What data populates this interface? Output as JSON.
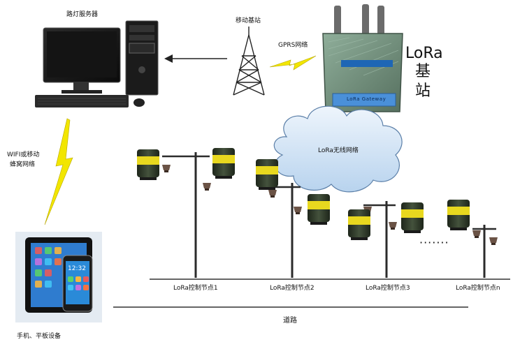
{
  "server": {
    "label": "路灯服务器"
  },
  "tower": {
    "label": "移动基站",
    "link_label": "GPRS网络"
  },
  "gateway": {
    "title_line1": "LoRa",
    "title_line2": "基",
    "title_line3": "站",
    "plate_text": "LoRa Gateway"
  },
  "cloud": {
    "label": "LoRa无线网络"
  },
  "mobile_link": {
    "label_line1": "WIFI或移动",
    "label_line2": "蜂窝网络"
  },
  "devices": {
    "label": "手机、平板设备",
    "clock": "12:32"
  },
  "nodes": [
    {
      "label": "LoRa控制节点1"
    },
    {
      "label": "LoRa控制节点2"
    },
    {
      "label": "LoRa控制节点3"
    },
    {
      "label": "LoRa控制节点n"
    }
  ],
  "ellipsis": "·······",
  "road": {
    "label": "道路"
  },
  "colors": {
    "lightning": "#f2e600",
    "cloud": "#cfe3f7",
    "gateway_body": "#6f8c7a",
    "node_body": "#2f3a2a",
    "node_label": "#e8d81f",
    "pole": "#2b2b2b"
  }
}
